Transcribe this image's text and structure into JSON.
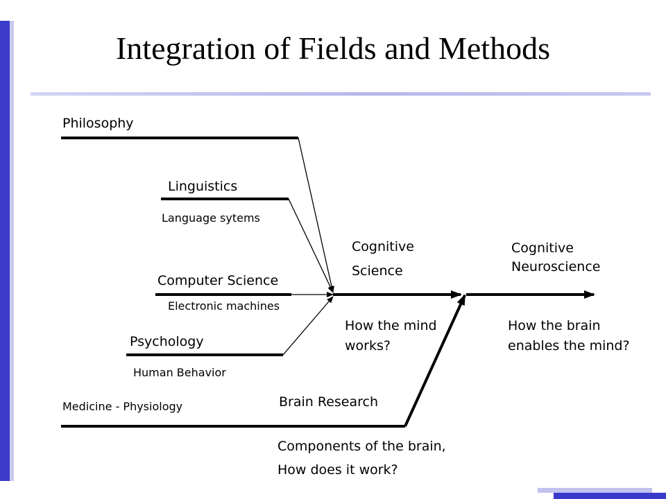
{
  "title": "Integration of Fields and Methods",
  "colors": {
    "accent": "#3a3acb",
    "accent_light": "#c2c2ee",
    "rule": "#b7b7ea"
  },
  "fields": {
    "philosophy": "Philosophy",
    "linguistics": {
      "name": "Linguistics",
      "detail": "Language sytems"
    },
    "computer_science": {
      "name": "Computer Science",
      "detail": "Electronic machines"
    },
    "psychology": {
      "name": "Psychology",
      "detail": "Human Behavior"
    },
    "medicine": "Medicine - Physiology",
    "brain_research": {
      "name": "Brain Research",
      "detail_line1": "Components of the brain,",
      "detail_line2": "How does it work?"
    }
  },
  "cognitive_science": {
    "line1": "Cognitive",
    "line2": "Science",
    "question_line1": "How the mind",
    "question_line2": "works?"
  },
  "cognitive_neuroscience": {
    "line1": "Cognitive",
    "line2": "Neuroscience",
    "question_line1": "How the brain",
    "question_line2": "enables the mind?"
  }
}
